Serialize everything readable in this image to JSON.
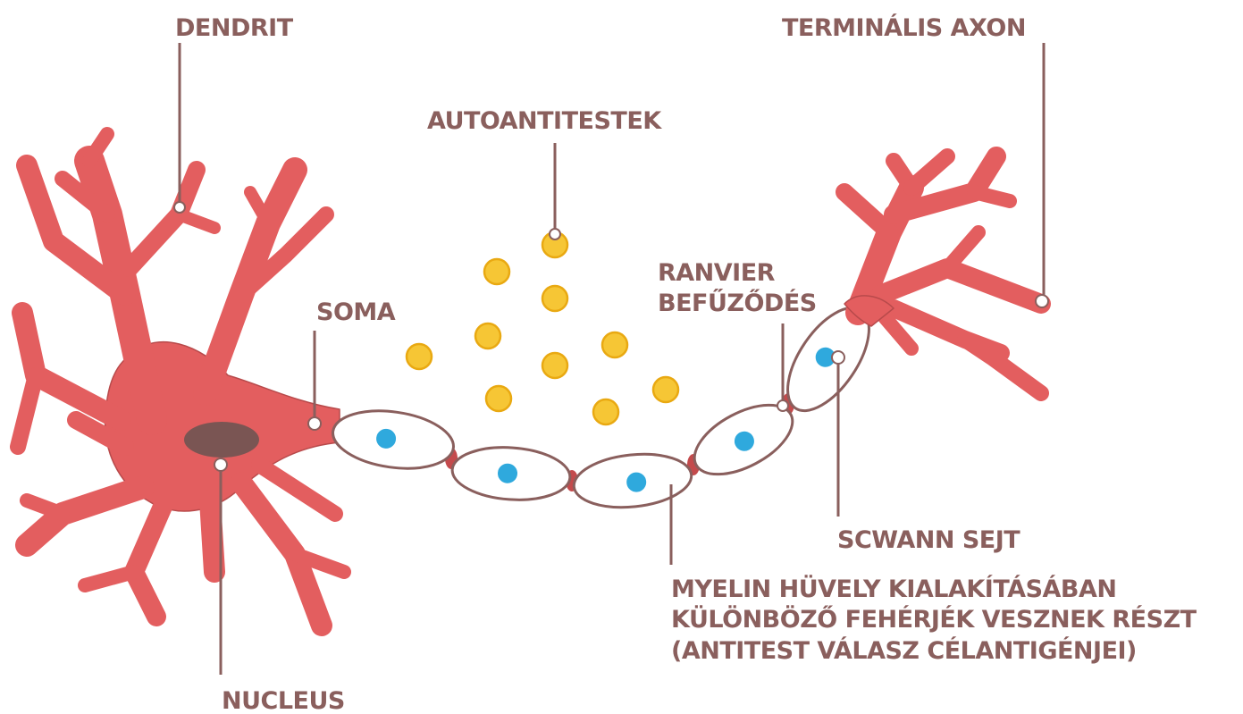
{
  "labels": {
    "dendrit": "DENDRIT",
    "terminal_axon": "TERMINÁLIS AXON",
    "autoantibodies": "AUTOANTITESTEK",
    "ranvier_line1": "RANVIER",
    "ranvier_line2": "BEFŰZŐDÉS",
    "soma": "SOMA",
    "schwann": "SCWANN SEJT",
    "myelin_line1": "MYELIN HÜVELY KIALAKÍTÁSÁBAN",
    "myelin_line2": "KÜLÖNBÖZŐ FEHÉRJÉK VESZNEK RÉSZT",
    "myelin_line3": "(ANTITEST VÁLASZ CÉLANTIGÉNJEI)",
    "nucleus": "NUCLEUS"
  },
  "colors": {
    "neuron": "#e35e5f",
    "label_text": "#8a5f5d",
    "antibody": "#f6c635",
    "schwann_nucleus": "#2fa9dd",
    "nucleus": "#7a5553"
  }
}
